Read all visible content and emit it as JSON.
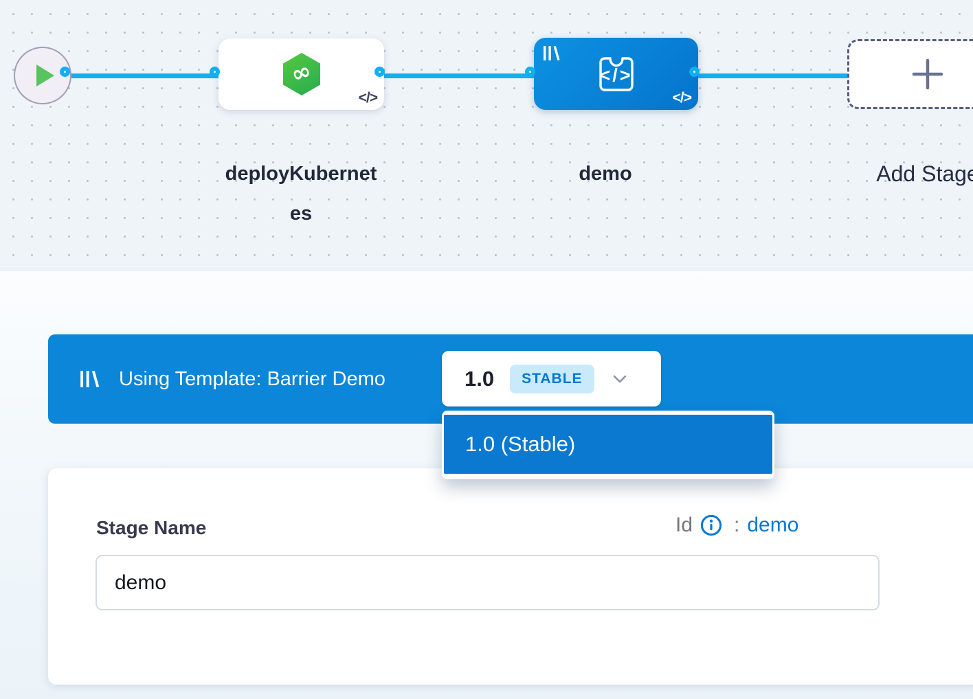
{
  "canvas": {
    "start_node": {
      "icon": "play-icon"
    },
    "code_badge": "</>",
    "nodes": [
      {
        "id": "deployKubernetes",
        "label": "deployKubernetes",
        "icon": "kubernetes-deploy-hexagon-icon"
      },
      {
        "id": "demo",
        "label": "demo",
        "icon": "custom-stage-icon",
        "icon_glyph": "</>",
        "badge_icon": "template-library-icon"
      }
    ],
    "add_stage": {
      "label": "Add Stage",
      "icon": "plus-icon"
    }
  },
  "template_banner": {
    "icon": "template-library-icon",
    "text": "Using Template: Barrier Demo",
    "version_selector": {
      "version": "1.0",
      "badge": "STABLE",
      "chevron": "chevron-down-icon"
    },
    "dropdown": {
      "items": [
        {
          "label": "1.0 (Stable)",
          "selected": true
        }
      ]
    }
  },
  "stage_form": {
    "name_label": "Stage Name",
    "id_label": "Id",
    "id_info_icon": "info-icon",
    "id_separator": ":",
    "id_value": "demo",
    "name_value": "demo"
  },
  "colors": {
    "accent_blue": "#0278d5",
    "banner_blue": "#0b86d9",
    "connector_blue": "#14aef2",
    "node_green": "#3fbe49",
    "stable_badge_bg": "#c9eafb",
    "canvas_bg": "#eef4f8"
  }
}
